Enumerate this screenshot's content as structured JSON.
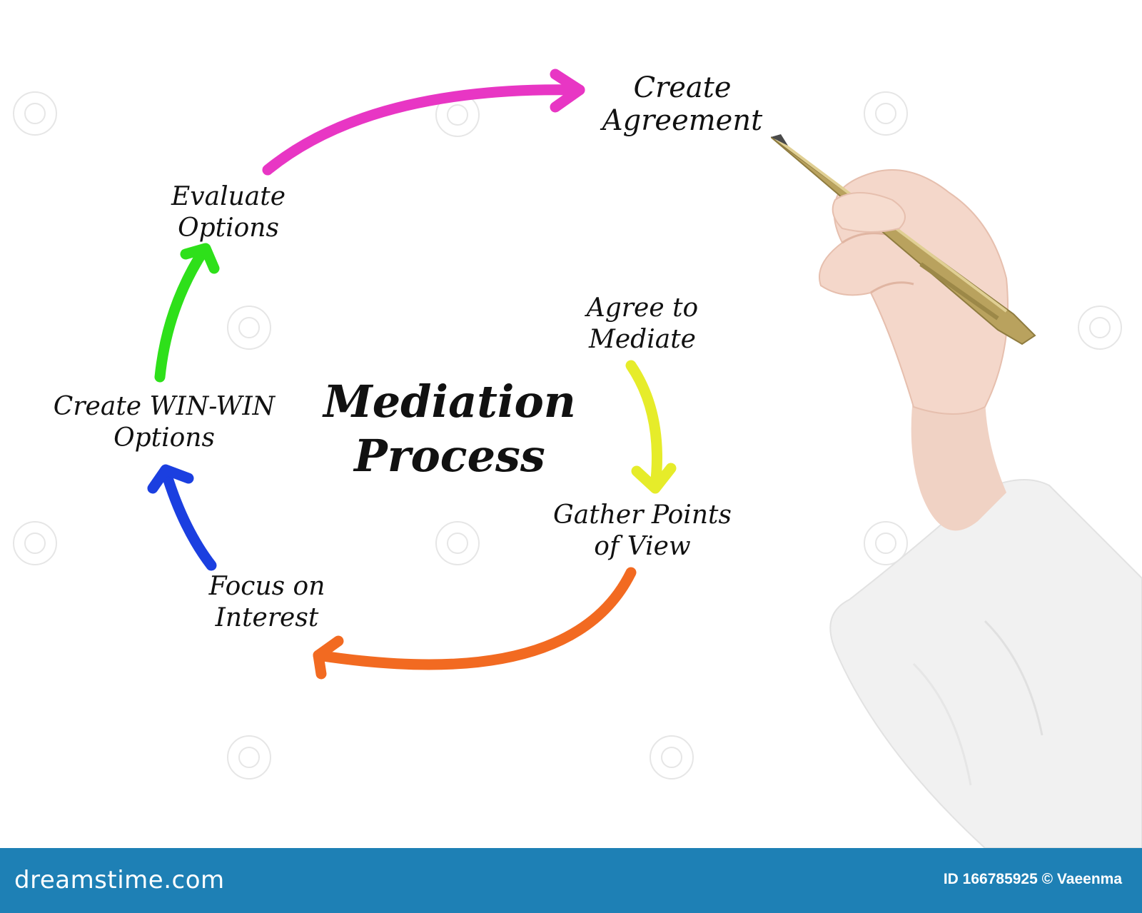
{
  "diagram": {
    "title_lines": [
      "Mediation",
      "Process"
    ],
    "steps": [
      {
        "id": "create-agreement",
        "lines": [
          "Create",
          "Agreement"
        ]
      },
      {
        "id": "agree-to-mediate",
        "lines": [
          "Agree to",
          "Mediate"
        ]
      },
      {
        "id": "gather-points-of-view",
        "lines": [
          "Gather Points",
          "of View"
        ]
      },
      {
        "id": "focus-on-interest",
        "lines": [
          "Focus on",
          "Interest"
        ]
      },
      {
        "id": "create-win-win-options",
        "lines": [
          "Create WIN-WIN",
          "Options"
        ]
      },
      {
        "id": "evaluate-options",
        "lines": [
          "Evaluate",
          "Options"
        ]
      }
    ],
    "arrow_colors": {
      "agree_to_gather": "#e6ec2a",
      "gather_to_focus": "#f26a21",
      "focus_to_winwin": "#1b3fe0",
      "winwin_to_evaluate": "#2ee01a",
      "evaluate_to_agreement": "#e836c4"
    }
  },
  "footer": {
    "brand": "dreamstime.com",
    "credit": "ID 166785925 © Vaeenma",
    "bar_color": "#1e80b5"
  }
}
